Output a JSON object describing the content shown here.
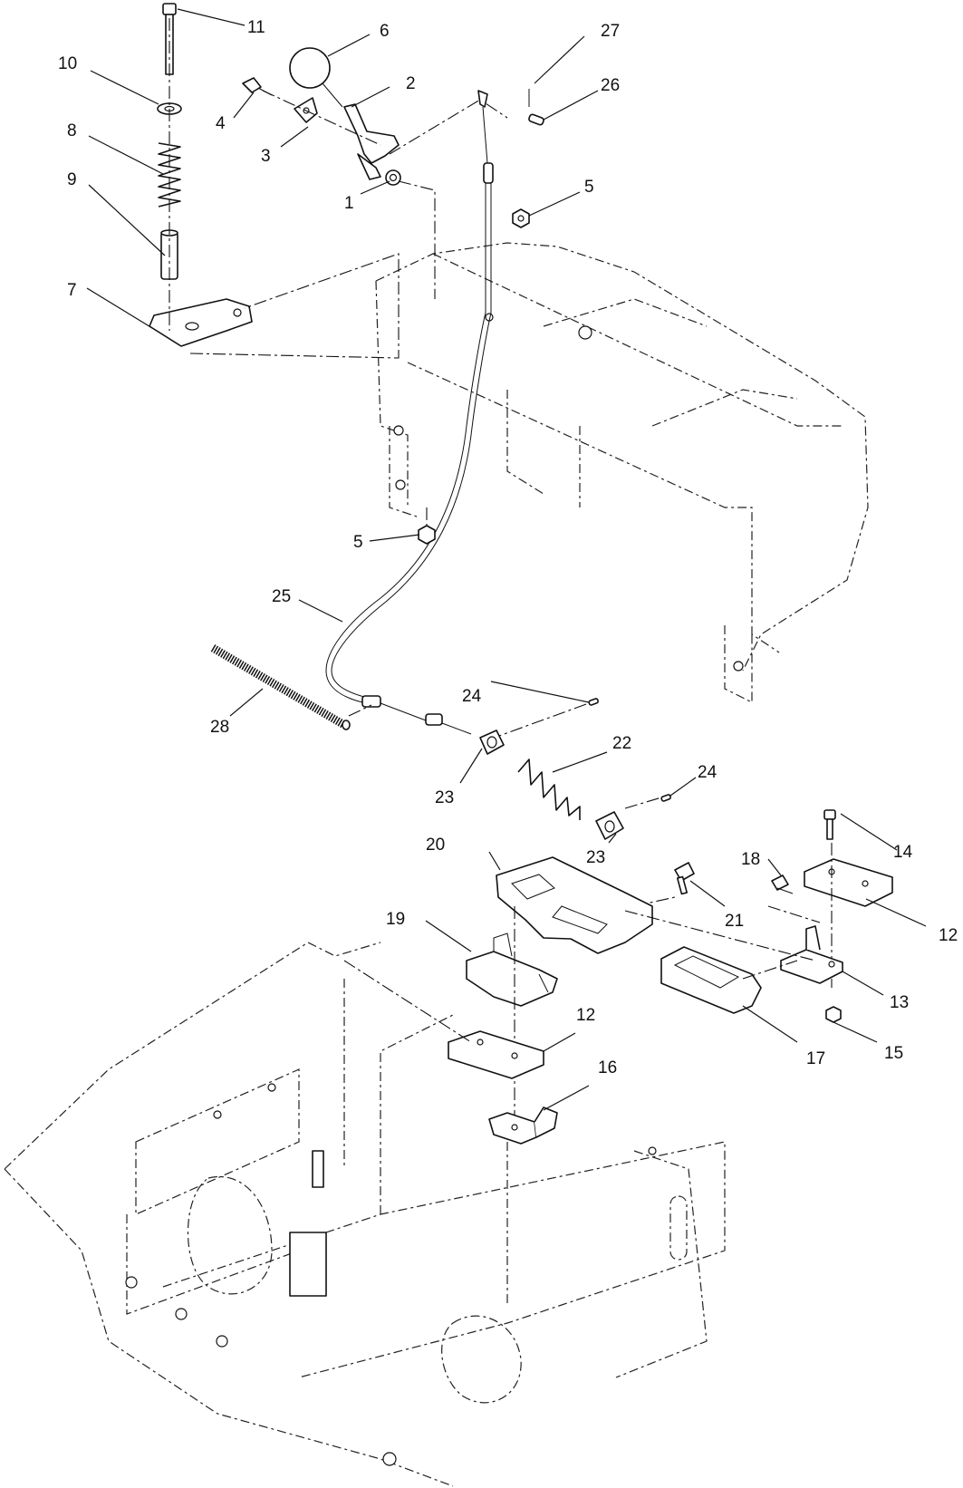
{
  "diagram": {
    "callouts": [
      {
        "id": "c11",
        "label": "11"
      },
      {
        "id": "c6",
        "label": "6"
      },
      {
        "id": "c27",
        "label": "27"
      },
      {
        "id": "c10",
        "label": "10"
      },
      {
        "id": "c2",
        "label": "2"
      },
      {
        "id": "c26",
        "label": "26"
      },
      {
        "id": "c4",
        "label": "4"
      },
      {
        "id": "c8",
        "label": "8"
      },
      {
        "id": "c3",
        "label": "3"
      },
      {
        "id": "c5a",
        "label": "5"
      },
      {
        "id": "c9",
        "label": "9"
      },
      {
        "id": "c1",
        "label": "1"
      },
      {
        "id": "c7",
        "label": "7"
      },
      {
        "id": "c5b",
        "label": "5"
      },
      {
        "id": "c25",
        "label": "25"
      },
      {
        "id": "c24a",
        "label": "24"
      },
      {
        "id": "c28",
        "label": "28"
      },
      {
        "id": "c22",
        "label": "22"
      },
      {
        "id": "c24b",
        "label": "24"
      },
      {
        "id": "c23a",
        "label": "23"
      },
      {
        "id": "c14",
        "label": "14"
      },
      {
        "id": "c20",
        "label": "20"
      },
      {
        "id": "c23b",
        "label": "23"
      },
      {
        "id": "c18",
        "label": "18"
      },
      {
        "id": "c21",
        "label": "21"
      },
      {
        "id": "c12a",
        "label": "12"
      },
      {
        "id": "c19",
        "label": "19"
      },
      {
        "id": "c13",
        "label": "13"
      },
      {
        "id": "c12b",
        "label": "12"
      },
      {
        "id": "c17",
        "label": "17"
      },
      {
        "id": "c15",
        "label": "15"
      },
      {
        "id": "c16",
        "label": "16"
      }
    ]
  }
}
